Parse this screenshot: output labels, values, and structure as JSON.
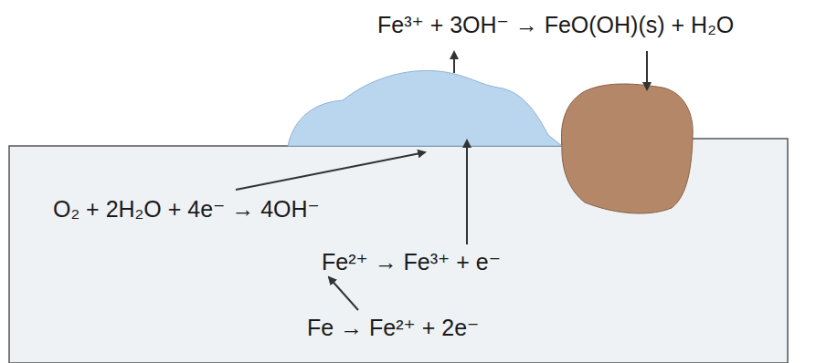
{
  "diagram": {
    "labels": [
      "Fe³⁺ + 3OH⁻ → FeO(OH)(s) + H₂O",
      "O₂ + 2H₂O + 4e⁻ → 4OH⁻",
      "Fe²⁺ → Fe³⁺ + e⁻",
      "Fe → Fe²⁺ + 2e⁻"
    ]
  }
}
